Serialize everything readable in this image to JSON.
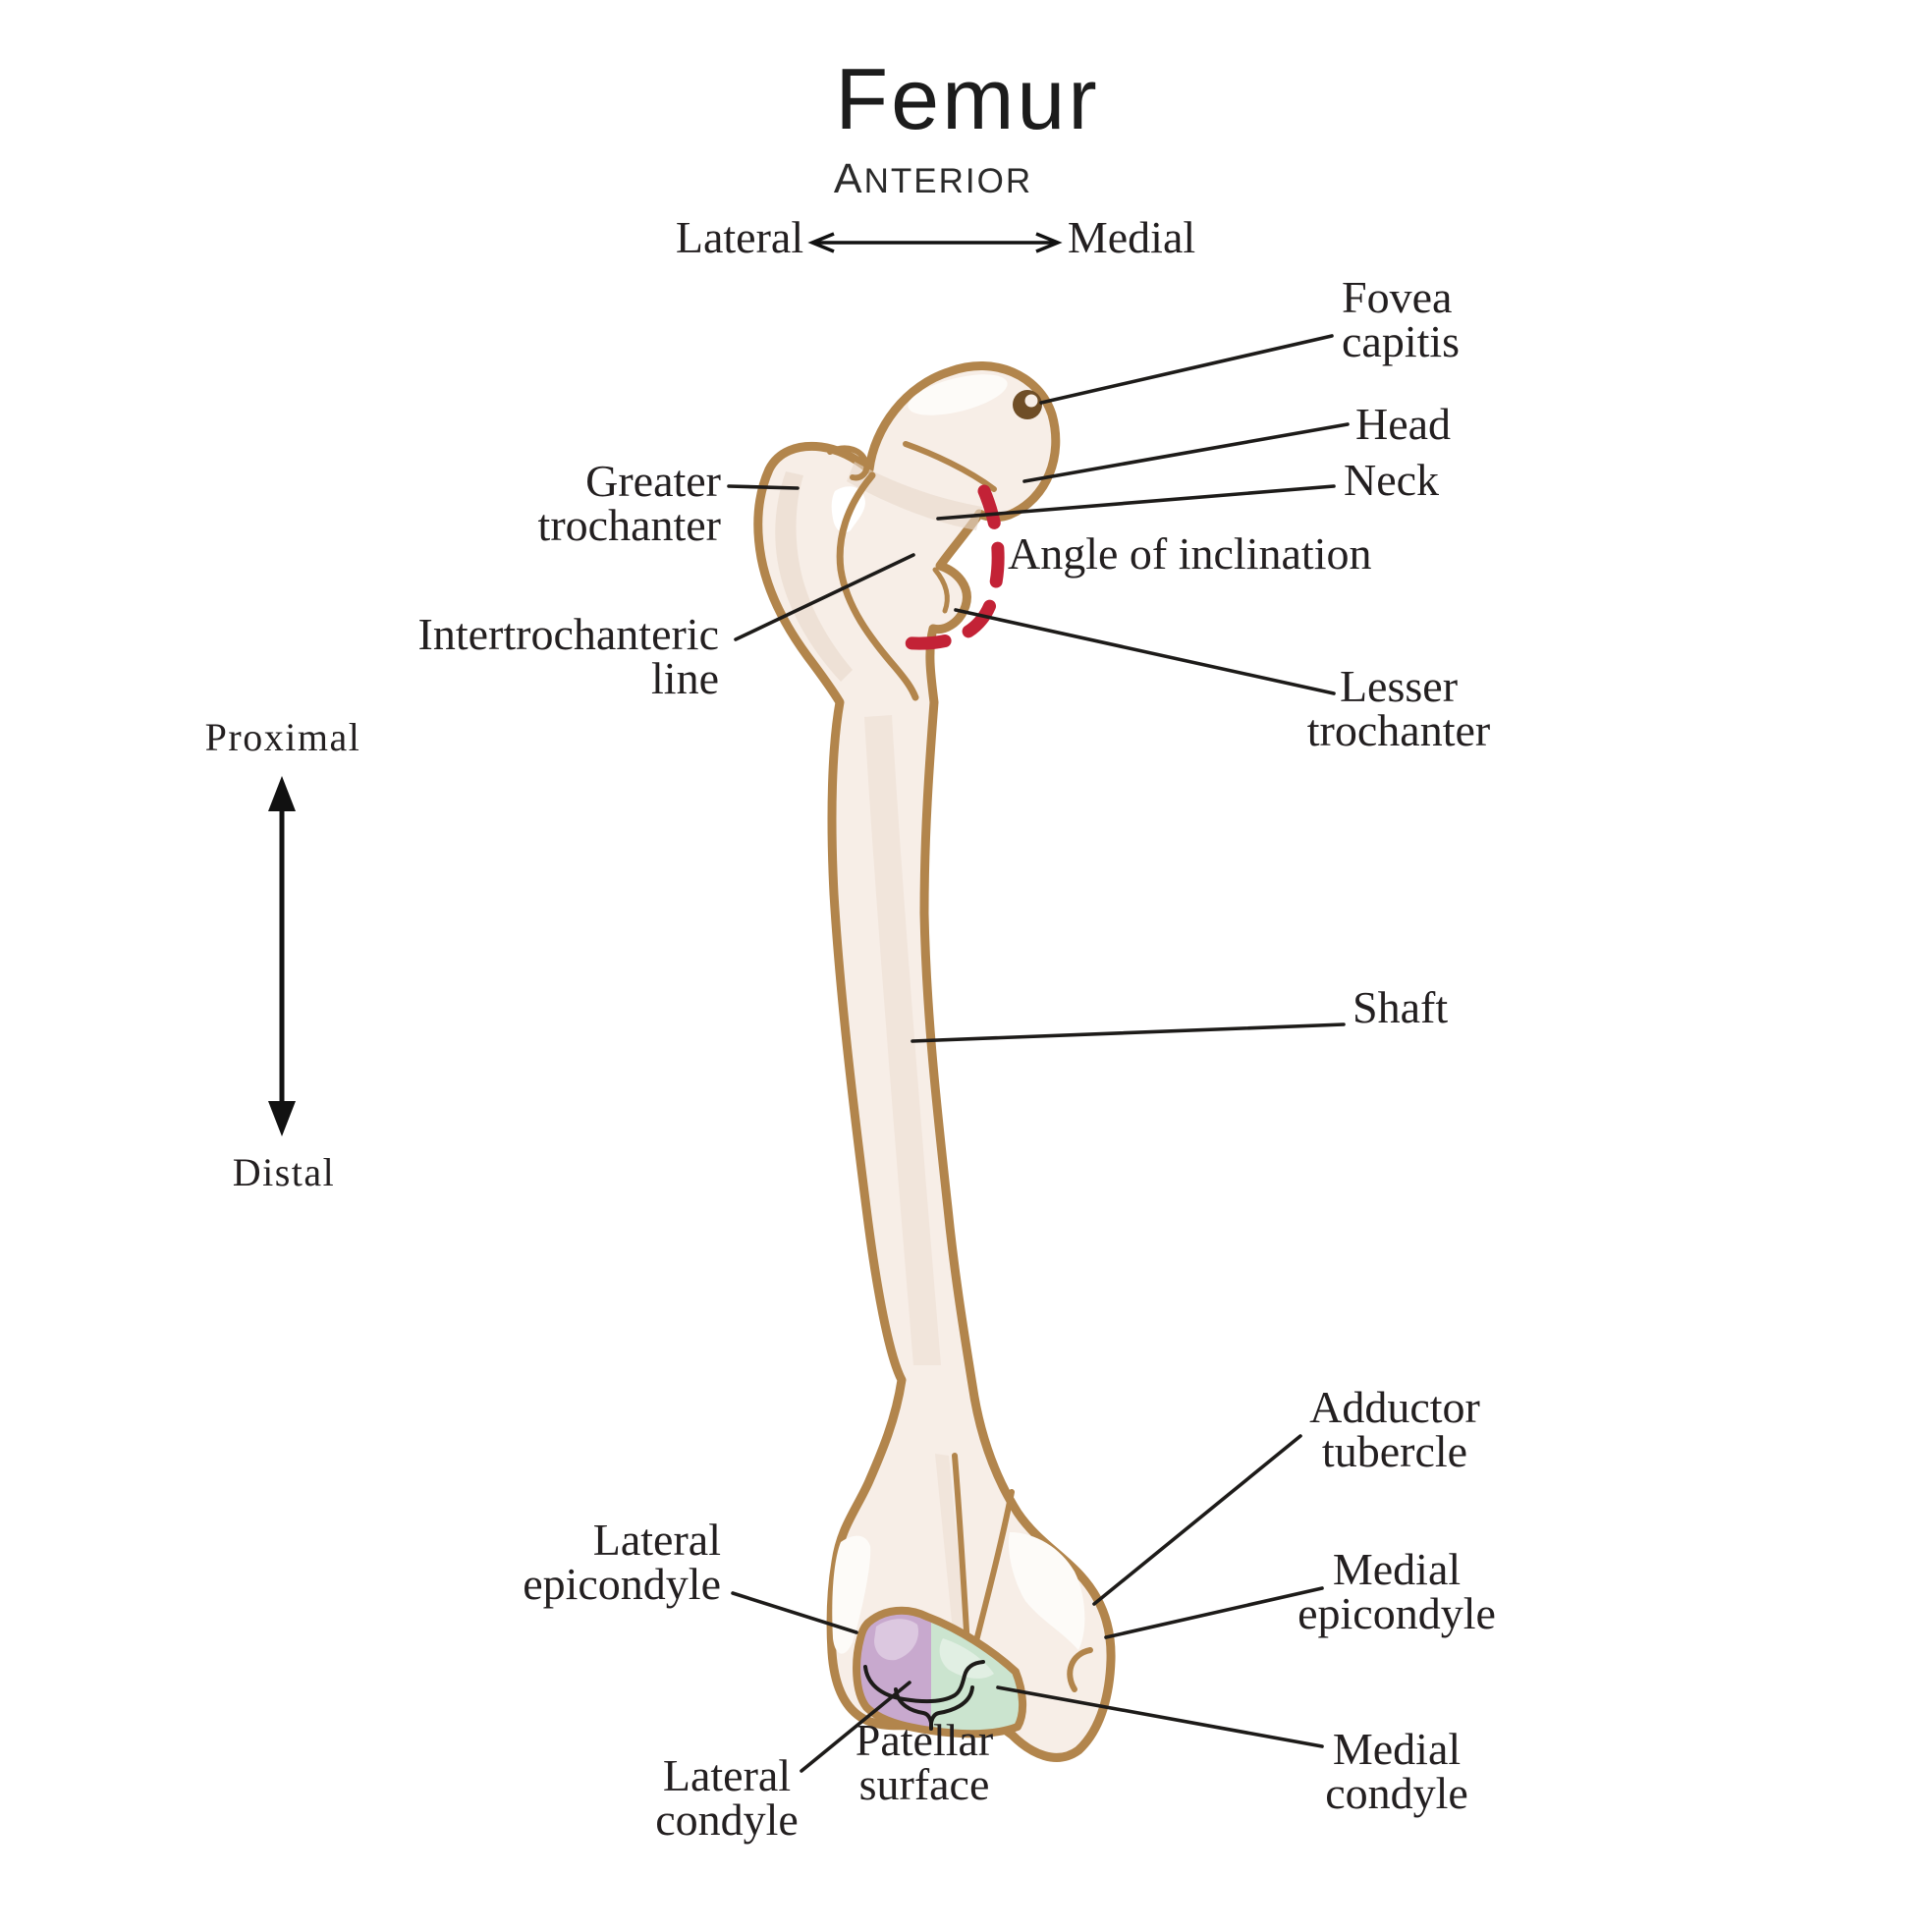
{
  "title": "Femur",
  "subtitle": "Anterior",
  "orientation": {
    "horizontal_left": "Lateral",
    "horizontal_right": "Medial",
    "vertical_top": "Proximal",
    "vertical_bottom": "Distal"
  },
  "labels": {
    "fovea_capitis": {
      "line1": "Fovea",
      "line2": "capitis"
    },
    "head": {
      "line1": "Head"
    },
    "neck": {
      "line1": "Neck"
    },
    "angle_of_inclination": {
      "line1": "Angle of inclination"
    },
    "greater_trochanter": {
      "line1": "Greater",
      "line2": "trochanter"
    },
    "intertrochanteric_line": {
      "line1": "Intertrochanteric",
      "line2": "line"
    },
    "lesser_trochanter": {
      "line1": "Lesser",
      "line2": "trochanter"
    },
    "shaft": {
      "line1": "Shaft"
    },
    "adductor_tubercle": {
      "line1": "Adductor",
      "line2": "tubercle"
    },
    "medial_epicondyle": {
      "line1": "Medial",
      "line2": "epicondyle"
    },
    "medial_condyle": {
      "line1": "Medial",
      "line2": "condyle"
    },
    "lateral_epicondyle": {
      "line1": "Lateral",
      "line2": "epicondyle"
    },
    "lateral_condyle": {
      "line1": "Lateral",
      "line2": "condyle"
    },
    "patellar_surface": {
      "line1": "Patellar",
      "line2": "surface"
    }
  },
  "colors": {
    "text": "#231f20",
    "leader_line": "#1d1b19",
    "bone_outline": "#b2854c",
    "bone_fill": "#f7eee7",
    "bone_shading": "#e8d8cb",
    "bone_highlight": "#fdfbf8",
    "fovea_ring": "#6f4e27",
    "angle_dash": "#c32236",
    "patellar_lateral": "#c8a9ce",
    "patellar_lateral_light": "#dcc8e0",
    "patellar_medial": "#cbe4cf",
    "patellar_medial_light": "#e1efe3"
  }
}
